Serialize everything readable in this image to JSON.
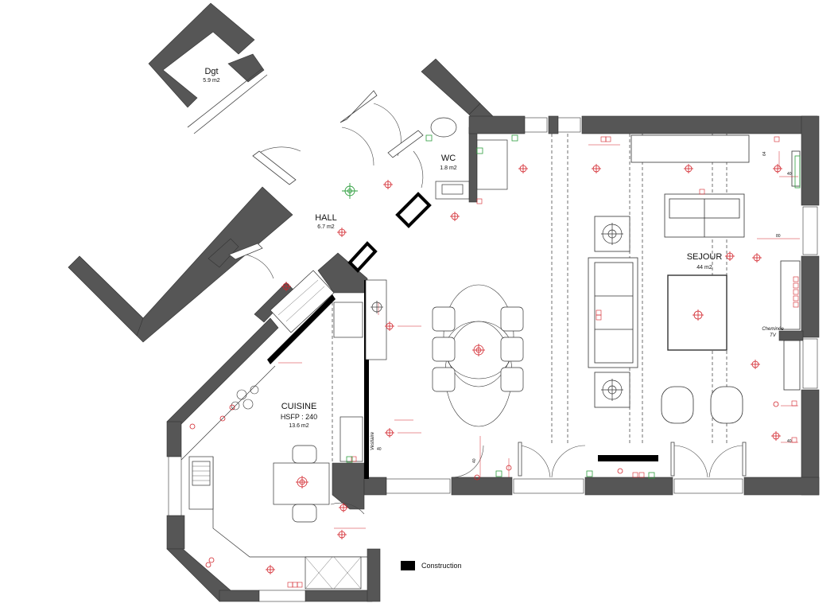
{
  "rooms": {
    "dgt": {
      "name": "Dgt",
      "area": "5.9 m2"
    },
    "wc": {
      "name": "WC",
      "area": "1.8 m2"
    },
    "hall": {
      "name": "HALL",
      "area": "6.7 m2"
    },
    "sejour": {
      "name": "SEJOUR",
      "area": "44 m2"
    },
    "cuisine": {
      "name": "CUISINE",
      "hsfp": "HSFP : 240",
      "area": "13.6 m2"
    }
  },
  "labels": {
    "cheminee_1": "Cheminée",
    "cheminee_2": "TV",
    "vestiaire": "Vestiaire",
    "dim_64": "64",
    "dim_40_a": "40",
    "dim_80": "80",
    "dim_40_b": "40",
    "dim_40_c": "40",
    "dim_40_d": "40"
  },
  "legend": {
    "construction_label": "Construction"
  },
  "colors": {
    "wall": "#565656",
    "new_construction": "#000000",
    "electrical": "#d2232a",
    "electrical_green": "#2e9e3e",
    "line": "#222222"
  }
}
